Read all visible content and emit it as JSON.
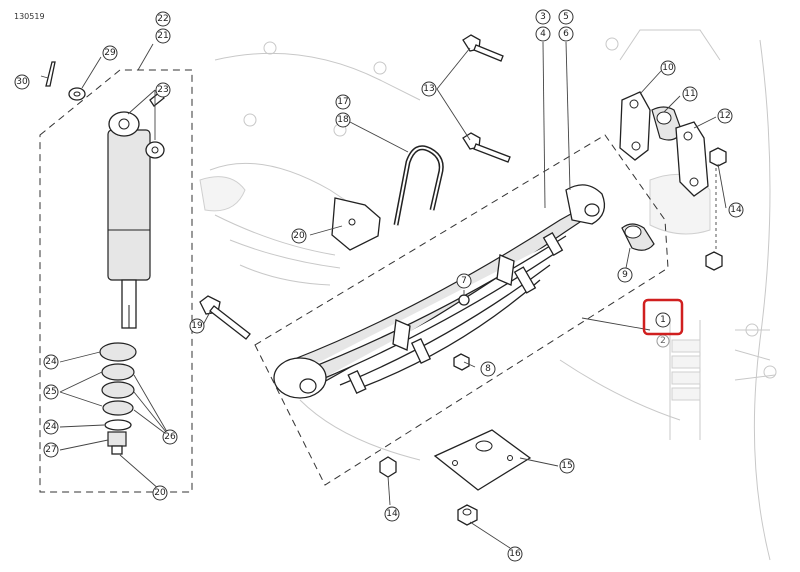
{
  "drawing_number": "130519",
  "highlight_color": "#d01f1f",
  "refs": {
    "r1": "1",
    "r2": "2",
    "r3": "3",
    "r4": "4",
    "r5": "5",
    "r6": "6",
    "r7": "7",
    "r8": "8",
    "r9": "9",
    "r10": "10",
    "r11": "11",
    "r12": "12",
    "r13": "13",
    "r14a": "14",
    "r14b": "14",
    "r15": "15",
    "r16": "16",
    "r17": "17",
    "r18": "18",
    "r19": "19",
    "r20a": "20",
    "r20b": "20",
    "r21": "21",
    "r22": "22",
    "r23": "23",
    "r24a": "24",
    "r24b": "24",
    "r25": "25",
    "r26": "26",
    "r27": "27",
    "r29": "29",
    "r30": "30"
  },
  "highlighted_ref": "r1"
}
